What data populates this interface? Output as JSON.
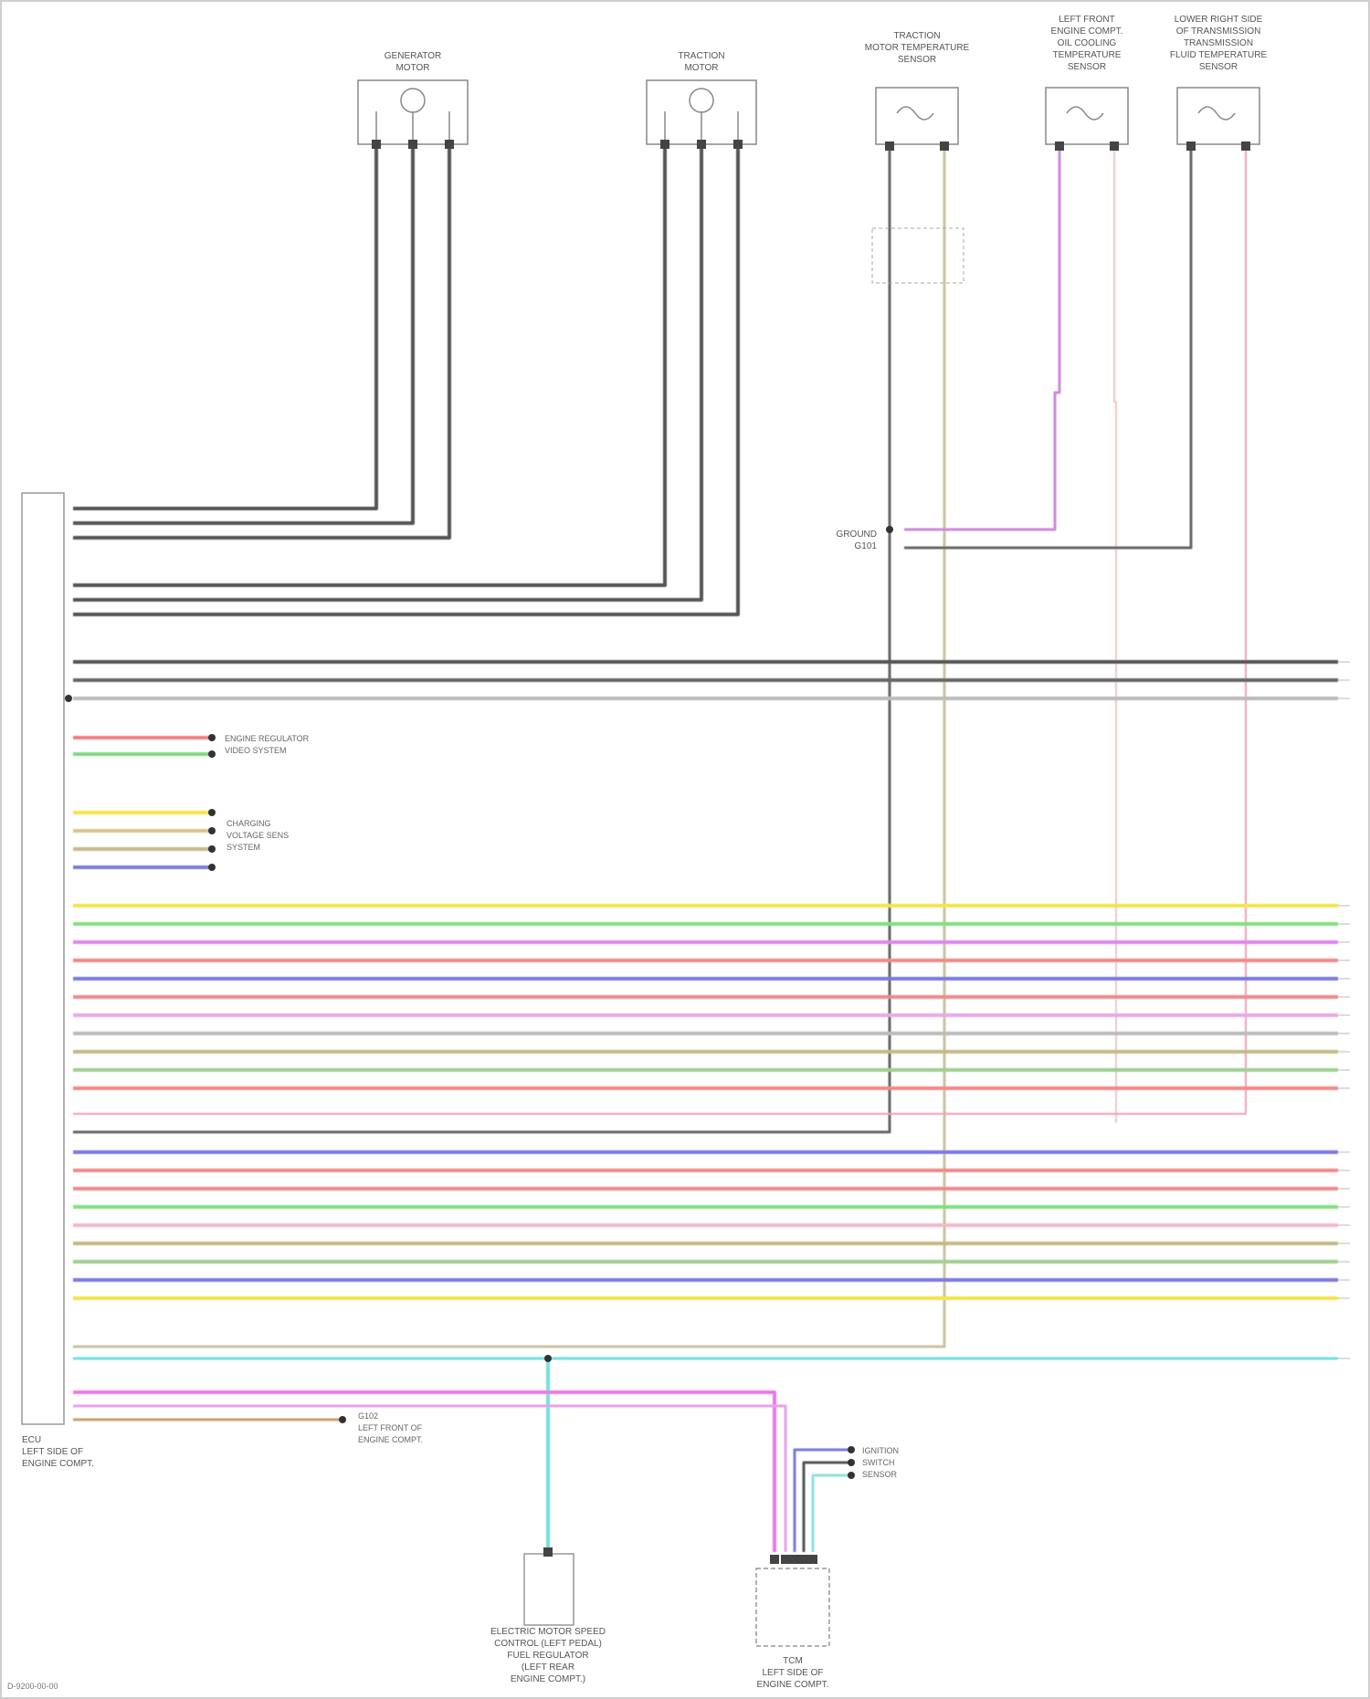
{
  "title": "",
  "components": [
    {
      "id": "generator-motor",
      "label_lines": [
        "GENERATOR",
        "MOTOR"
      ]
    },
    {
      "id": "traction-motor",
      "label_lines": [
        "TRACTION",
        "MOTOR"
      ]
    },
    {
      "id": "traction-motor-temp-sensor",
      "label_lines": [
        "TRACTION",
        "MOTOR TEMPERATURE",
        "SENSOR"
      ]
    },
    {
      "id": "oil-temp-sensor",
      "label_lines": [
        "LEFT FRONT",
        "ENGINE COMPT.",
        "OIL COOLING",
        "TEMPERATURE",
        "SENSOR"
      ]
    },
    {
      "id": "fluid-temp-sensor",
      "label_lines": [
        "LOWER RIGHT SIDE",
        "OF TRANSMISSION",
        "TRANSMISSION",
        "FLUID TEMPERATURE",
        "SENSOR"
      ]
    },
    {
      "id": "ecu",
      "label_lines": [
        "ECU",
        "LEFT SIDE OF",
        "ENGINE COMPT."
      ]
    },
    {
      "id": "motor-speed-sensor",
      "label_lines": [
        "ELECTRIC MOTOR SPEED",
        "CONTROL (LEFT PEDAL)",
        "FUEL REGULATOR",
        "(LEFT REAR",
        "ENGINE COMPT.)"
      ]
    },
    {
      "id": "relay-box",
      "label_lines": [
        "TCM",
        "LEFT SIDE OF",
        "ENGINE COMPT."
      ]
    }
  ],
  "notes": {
    "ground": "GROUND",
    "ground_sub": "G101",
    "to_engine_control": [
      "ENGINE REGULATOR",
      "VIDEO SYSTEM"
    ],
    "to_charging": [
      "CHARGING",
      "VOLTAGE SENS",
      "SYSTEM"
    ],
    "to_ignition": [
      "IGNITION",
      "SWITCH",
      "SENSOR"
    ],
    "ground_bottom": [
      "G102",
      "LEFT FRONT OF",
      "ENGINE COMPT."
    ],
    "diagram_code": "D-9200-00-00"
  }
}
